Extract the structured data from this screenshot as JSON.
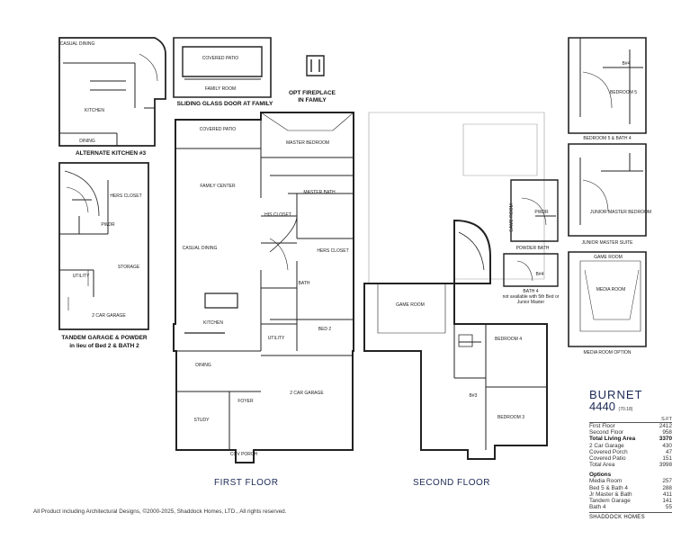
{
  "captions": {
    "alt_kitchen": "ALTERNATE KITCHEN #3",
    "sliding_door": "SLIDING GLASS DOOR AT FAMILY",
    "opt_fireplace_1": "OPT FIREPLACE",
    "opt_fireplace_2": "IN FAMILY",
    "tandem_1": "TANDEM GARAGE & POWDER",
    "tandem_2": "in lieu of Bed 2 & BATH 2",
    "bed5_bath4": "BEDROOM 5 & BATH 4",
    "powder_bath": "POWDER BATH",
    "bath4_note_1": "BATH 4",
    "bath4_note_2": "not available with 5th Bed or",
    "bath4_note_3": "Junior Master",
    "junior_suite": "JUNIOR MASTER SUITE",
    "media_option": "MEDIA ROOM OPTION"
  },
  "rooms": {
    "covered_patio": "COVERED PATIO",
    "master_bedroom": "MASTER BEDROOM",
    "master_bath": "MASTER BATH",
    "his_closet": "HIS CLOSET",
    "hers_closet": "HERS CLOSET",
    "family_center": "FAMILY CENTER",
    "casual_dining": "CASUAL DINING",
    "kitchen": "KITCHEN",
    "bath": "BATH",
    "bed2": "BED 2",
    "utility": "UTILITY",
    "dining": "DINING",
    "foyer": "FOYER",
    "garage": "2 CAR GARAGE",
    "study": "STUDY",
    "cov_porch": "COV PORCH",
    "game_room": "GAME ROOM",
    "bedroom4": "BEDROOM 4",
    "bedroom3": "BEDROOM 3",
    "bath3": "B#3",
    "alt_casual_dining": "CASUAL DINING",
    "alt_kitchen": "KITCHEN",
    "alt_dining": "DINING",
    "sl_covered_patio": "COVERED PATIO",
    "sl_family_room": "FAMILY ROOM",
    "t_hers_closet": "HERS CLOSET",
    "t_pwdr": "PWDR",
    "t_utility": "UTILITY",
    "t_storage": "STORAGE",
    "t_garage": "2 CAR GARAGE",
    "o_bedroom5": "BEDROOM 5",
    "o_b4": "B#4",
    "o_junior": "JUNIOR MASTER BEDROOM",
    "o_game": "GAME ROOM",
    "o_media": "MEDIA ROOM",
    "o_pwdr": "PWDR",
    "o_b4b": "B#4",
    "o_gameroom_small": "GAME ROOM"
  },
  "floors": {
    "first": "FIRST FLOOR",
    "second": "SECOND FLOOR"
  },
  "copyright": "All Product including Architectural Designs, ©2000-2025, Shaddock Homes, LTD., All rights reserved.",
  "plan": {
    "name": "BURNET",
    "number": "4440",
    "sub": "(70.18)",
    "sqft_header": "S.FT",
    "areas": [
      {
        "label": "First Floor",
        "value": "2412",
        "bold": false
      },
      {
        "label": "Second Floor",
        "value": "958",
        "bold": false
      },
      {
        "label": "Total Living Area",
        "value": "3370",
        "bold": true
      },
      {
        "label": "2 Car Garage",
        "value": "430",
        "bold": false
      },
      {
        "label": "Covered Porch",
        "value": "47",
        "bold": false
      },
      {
        "label": "Covered Patio",
        "value": "151",
        "bold": false
      },
      {
        "label": "Total Area",
        "value": "3998",
        "bold": false
      }
    ],
    "options_header": "Options",
    "options": [
      {
        "label": "Media Room",
        "value": "257"
      },
      {
        "label": "Bed 5 & Bath 4",
        "value": "288"
      },
      {
        "label": "Jr Master & Bath",
        "value": "411"
      },
      {
        "label": "Tandem Garage",
        "value": "141"
      },
      {
        "label": "Bath 4",
        "value": "55"
      }
    ],
    "brand": "SHADDOCK HOMES"
  }
}
